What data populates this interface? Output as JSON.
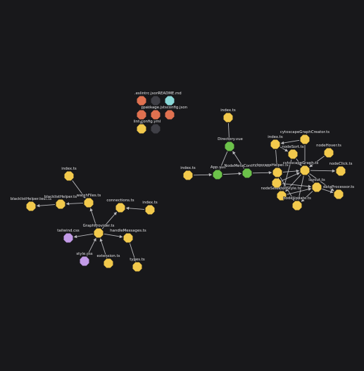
{
  "graph": {
    "background": "#18181b",
    "edge_color": "#d4d4d8",
    "colors": {
      "ts": "#f2c94c",
      "vue": "#6cc24a",
      "css": "#c39be8",
      "json": "#e07150",
      "md": "#89d8d8",
      "other": "#3f3f46"
    },
    "nodes": [
      {
        "id": "eslintrc",
        "label": ".eslintrc.json",
        "kind": "json"
      },
      {
        "id": "gitignore",
        "label": "",
        "kind": "other"
      },
      {
        "id": "readme",
        "label": "README.md",
        "kind": "md"
      },
      {
        "id": "prettierrc",
        "label": "prettierrc",
        "kind": "json"
      },
      {
        "id": "package",
        "label": "package.json",
        "kind": "json"
      },
      {
        "id": "tsconfig",
        "label": "tsconfig.json",
        "kind": "json"
      },
      {
        "id": "lint-config",
        "label": "lint-config.yml",
        "kind": "ts"
      },
      {
        "id": "vscode",
        "label": "",
        "kind": "other"
      },
      {
        "id": "idx-top-right",
        "label": "index.ts",
        "kind": "ts"
      },
      {
        "id": "directory-vue",
        "label": "Directory.vue",
        "kind": "vue"
      },
      {
        "id": "idx-mid",
        "label": "index.ts",
        "kind": "ts"
      },
      {
        "id": "app-vue",
        "label": "App.vue",
        "kind": "vue"
      },
      {
        "id": "node-meta-controller",
        "label": "NodeMetaController.vue",
        "kind": "vue"
      },
      {
        "id": "cytoscape-helper",
        "label": "cytoscapeHelper.ts",
        "kind": "ts"
      },
      {
        "id": "idx-r2",
        "label": "index.ts",
        "kind": "ts"
      },
      {
        "id": "cytoscape-graph-creator",
        "label": "cytoscapeGraphCreator.ts",
        "kind": "ts"
      },
      {
        "id": "node-sort",
        "label": "nodeSort.ts",
        "kind": "ts"
      },
      {
        "id": "node-hover",
        "label": "nodeHover.ts",
        "kind": "ts"
      },
      {
        "id": "cytoscape-graph",
        "label": "cytoscapeGraph.ts",
        "kind": "ts"
      },
      {
        "id": "node-click",
        "label": "nodeClick.ts",
        "kind": "ts"
      },
      {
        "id": "node-selected",
        "label": "nodeSelectedStyle.ts",
        "kind": "ts"
      },
      {
        "id": "layout",
        "label": "layout.ts",
        "kind": "ts"
      },
      {
        "id": "data-processor",
        "label": "dataProcessor.ts",
        "kind": "ts"
      },
      {
        "id": "node-update",
        "label": "nodeUpdate.ts",
        "kind": "ts"
      },
      {
        "id": "node-extra",
        "label": "",
        "kind": "ts"
      },
      {
        "id": "idx-left",
        "label": "index.ts",
        "kind": "ts"
      },
      {
        "id": "blacklist-test",
        "label": "blacklistHelper.test.ts",
        "kind": "ts"
      },
      {
        "id": "blacklist-helper",
        "label": "blacklistHelper.ts",
        "kind": "ts"
      },
      {
        "id": "watch-files",
        "label": "watchFiles.ts",
        "kind": "ts"
      },
      {
        "id": "connections",
        "label": "connections.ts",
        "kind": "ts"
      },
      {
        "id": "idx-left2",
        "label": "index.ts",
        "kind": "ts"
      },
      {
        "id": "tailwind",
        "label": "tailwind.css",
        "kind": "css"
      },
      {
        "id": "graph-provider",
        "label": "GraphProvider.ts",
        "kind": "ts"
      },
      {
        "id": "handle-messages",
        "label": "handleMessages.ts",
        "kind": "ts"
      },
      {
        "id": "style-css",
        "label": "style.css",
        "kind": "css"
      },
      {
        "id": "extension",
        "label": "extension.ts",
        "kind": "ts"
      },
      {
        "id": "types",
        "label": "types.ts",
        "kind": "ts"
      }
    ],
    "edges": [
      [
        "idx-top-right",
        "directory-vue"
      ],
      [
        "directory-vue",
        "app-vue"
      ],
      [
        "idx-mid",
        "app-vue"
      ],
      [
        "app-vue",
        "node-meta-controller"
      ],
      [
        "node-meta-controller",
        "directory-vue"
      ],
      [
        "node-meta-controller",
        "cytoscape-helper"
      ],
      [
        "idx-r2",
        "cytoscape-helper"
      ],
      [
        "idx-r2",
        "node-sort"
      ],
      [
        "cytoscape-graph-creator",
        "idx-r2"
      ],
      [
        "cytoscape-graph-creator",
        "cytoscape-graph"
      ],
      [
        "node-sort",
        "cytoscape-graph"
      ],
      [
        "node-hover",
        "cytoscape-graph"
      ],
      [
        "cytoscape-helper",
        "cytoscape-graph"
      ],
      [
        "cytoscape-graph",
        "node-click"
      ],
      [
        "cytoscape-graph",
        "layout"
      ],
      [
        "cytoscape-graph",
        "data-processor"
      ],
      [
        "cytoscape-graph",
        "node-update"
      ],
      [
        "cytoscape-graph",
        "node-selected"
      ],
      [
        "cytoscape-helper",
        "node-selected"
      ],
      [
        "cytoscape-helper",
        "node-update"
      ],
      [
        "node-selected",
        "layout"
      ],
      [
        "layout",
        "data-processor"
      ],
      [
        "layout",
        "node-update"
      ],
      [
        "node-extra",
        "layout"
      ],
      [
        "node-extra",
        "cytoscape-graph"
      ],
      [
        "node-sort",
        "node-selected"
      ],
      [
        "idx-left",
        "watch-files"
      ],
      [
        "blacklist-helper",
        "blacklist-test"
      ],
      [
        "watch-files",
        "blacklist-helper"
      ],
      [
        "graph-provider",
        "watch-files"
      ],
      [
        "graph-provider",
        "connections"
      ],
      [
        "idx-left2",
        "connections"
      ],
      [
        "graph-provider",
        "tailwind"
      ],
      [
        "graph-provider",
        "handle-messages"
      ],
      [
        "style-css",
        "graph-provider"
      ],
      [
        "extension",
        "graph-provider"
      ],
      [
        "handle-messages",
        "types"
      ],
      [
        "lint-config",
        "prettierrc"
      ]
    ]
  }
}
